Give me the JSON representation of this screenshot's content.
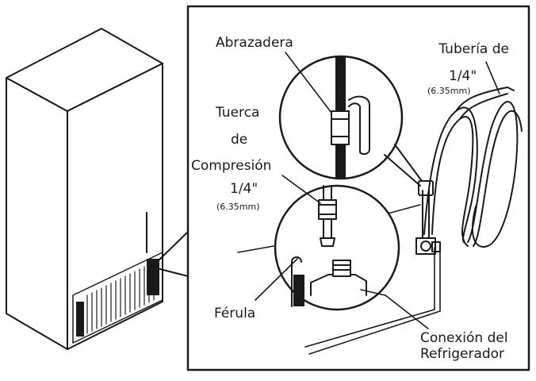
{
  "labels": {
    "clamp": "Abrazadera",
    "tubing_title": "Tubería de",
    "tubing_size": "1/4\"",
    "tubing_mm": "(6.35mm)",
    "nut_line1": "Tuerca",
    "nut_line2": "de",
    "nut_line3": "Compresión",
    "nut_size": "1/4\"",
    "nut_mm": "(6.35mm)",
    "ferrule": "Férula",
    "conn_line1": "Conexión del",
    "conn_line2": "Refrigerador"
  },
  "colors": {
    "ink": "#1a1a1a",
    "background": "#ffffff"
  }
}
